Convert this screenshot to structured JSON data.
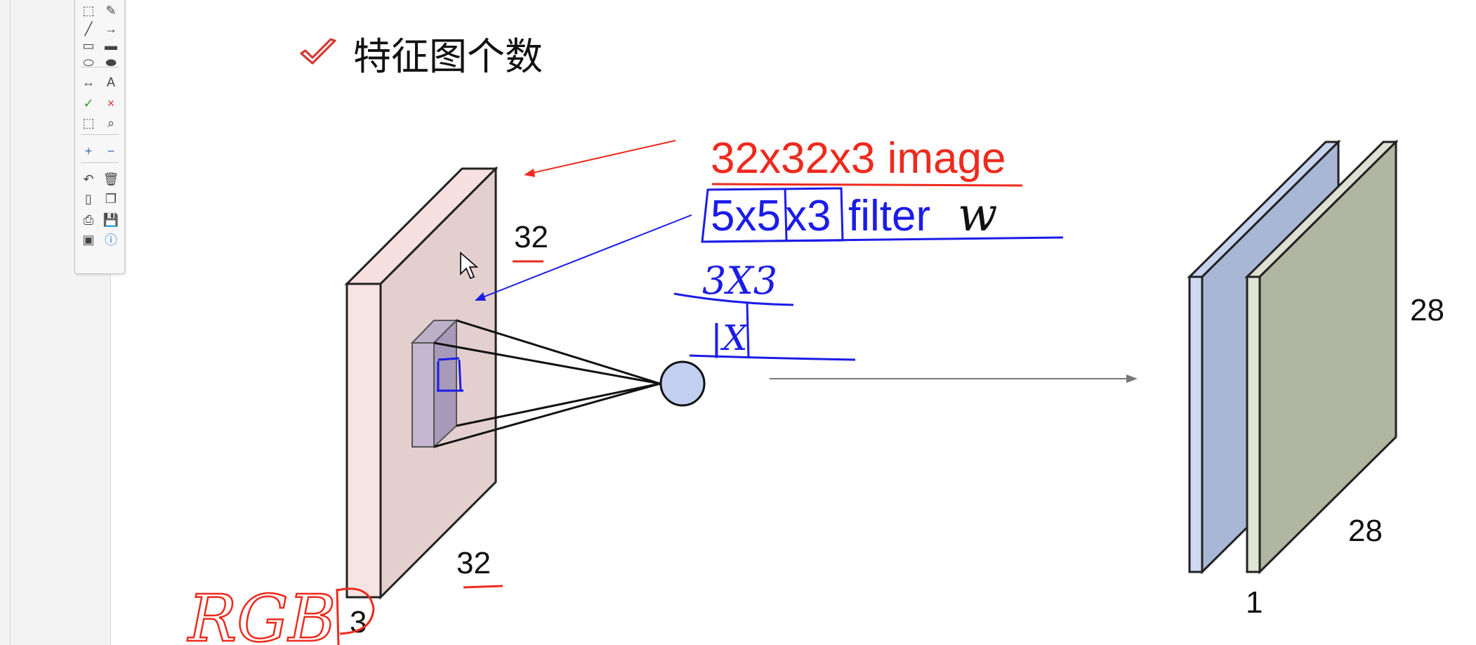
{
  "slide": {
    "title": "特征图个数"
  },
  "diagram": {
    "input_label": "32x32x3 image",
    "filter_label_a": "5x5",
    "filter_label_b": "x3",
    "filter_label_c": "filter",
    "filter_weight_symbol": "w",
    "input_height": "32",
    "input_width": "32",
    "input_depth": "3",
    "output_height": "28",
    "output_width": "28",
    "output_depth": "1"
  },
  "handwriting": {
    "dims": "3X3",
    "one_x": "|X",
    "rgb": "RGB",
    "box": "3"
  },
  "colors": {
    "title_check": "#d63a36",
    "red_annotation": "#ee2a1e",
    "blue_annotation": "#1c1ce8",
    "input_face": "#e4cfcf",
    "input_edge": "#f7e0e0",
    "output_blue": "#a9b7d6",
    "output_green": "#b1b6a2",
    "neuron": "#c3cff0"
  },
  "toolbar": {
    "tools": [
      [
        "select-icon",
        "pen-icon"
      ],
      [
        "line-icon",
        "arrow-icon"
      ],
      [
        "rectangle-icon",
        "filled-rectangle-icon"
      ],
      [
        "ellipse-icon",
        "filled-ellipse-icon"
      ],
      [
        "double-arrow-icon",
        "text-icon"
      ],
      [
        "check-icon",
        "cross-icon"
      ],
      [
        "crop-icon",
        "zoom-icon"
      ],
      [
        "zoom-in-icon",
        "zoom-out-icon"
      ],
      [
        "undo-icon",
        "delete-icon"
      ],
      [
        "new-page-icon",
        "copy-icon"
      ],
      [
        "print-icon",
        "save-icon"
      ],
      [
        "screen-icon",
        "info-icon"
      ]
    ],
    "glyphs": {
      "select-icon": "⬚",
      "pen-icon": "✎",
      "line-icon": "╱",
      "arrow-icon": "→",
      "rectangle-icon": "▭",
      "filled-rectangle-icon": "▬",
      "ellipse-icon": "⬭",
      "filled-ellipse-icon": "⬬",
      "double-arrow-icon": "↔",
      "text-icon": "A",
      "check-icon": "✓",
      "cross-icon": "×",
      "crop-icon": "⬚",
      "zoom-icon": "⌕",
      "zoom-in-icon": "+",
      "zoom-out-icon": "−",
      "undo-icon": "↶",
      "delete-icon": "🗑",
      "new-page-icon": "▯",
      "copy-icon": "❐",
      "print-icon": "⎙",
      "save-icon": "💾",
      "screen-icon": "▣",
      "info-icon": "ⓘ"
    }
  }
}
